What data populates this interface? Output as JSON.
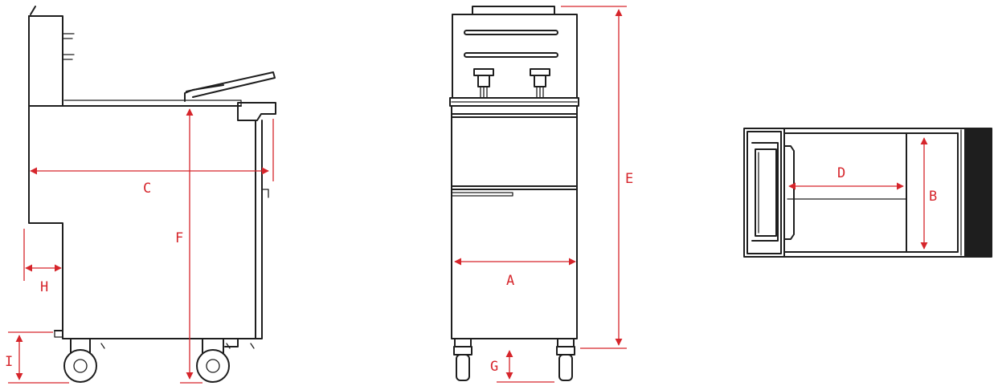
{
  "colors": {
    "outline": "#1e1e1e",
    "dimension": "#d6252b",
    "background": "#ffffff"
  },
  "labels": {
    "A": "A",
    "B": "B",
    "C": "C",
    "D": "D",
    "E": "E",
    "F": "F",
    "G": "G",
    "H": "H",
    "I": "I"
  }
}
